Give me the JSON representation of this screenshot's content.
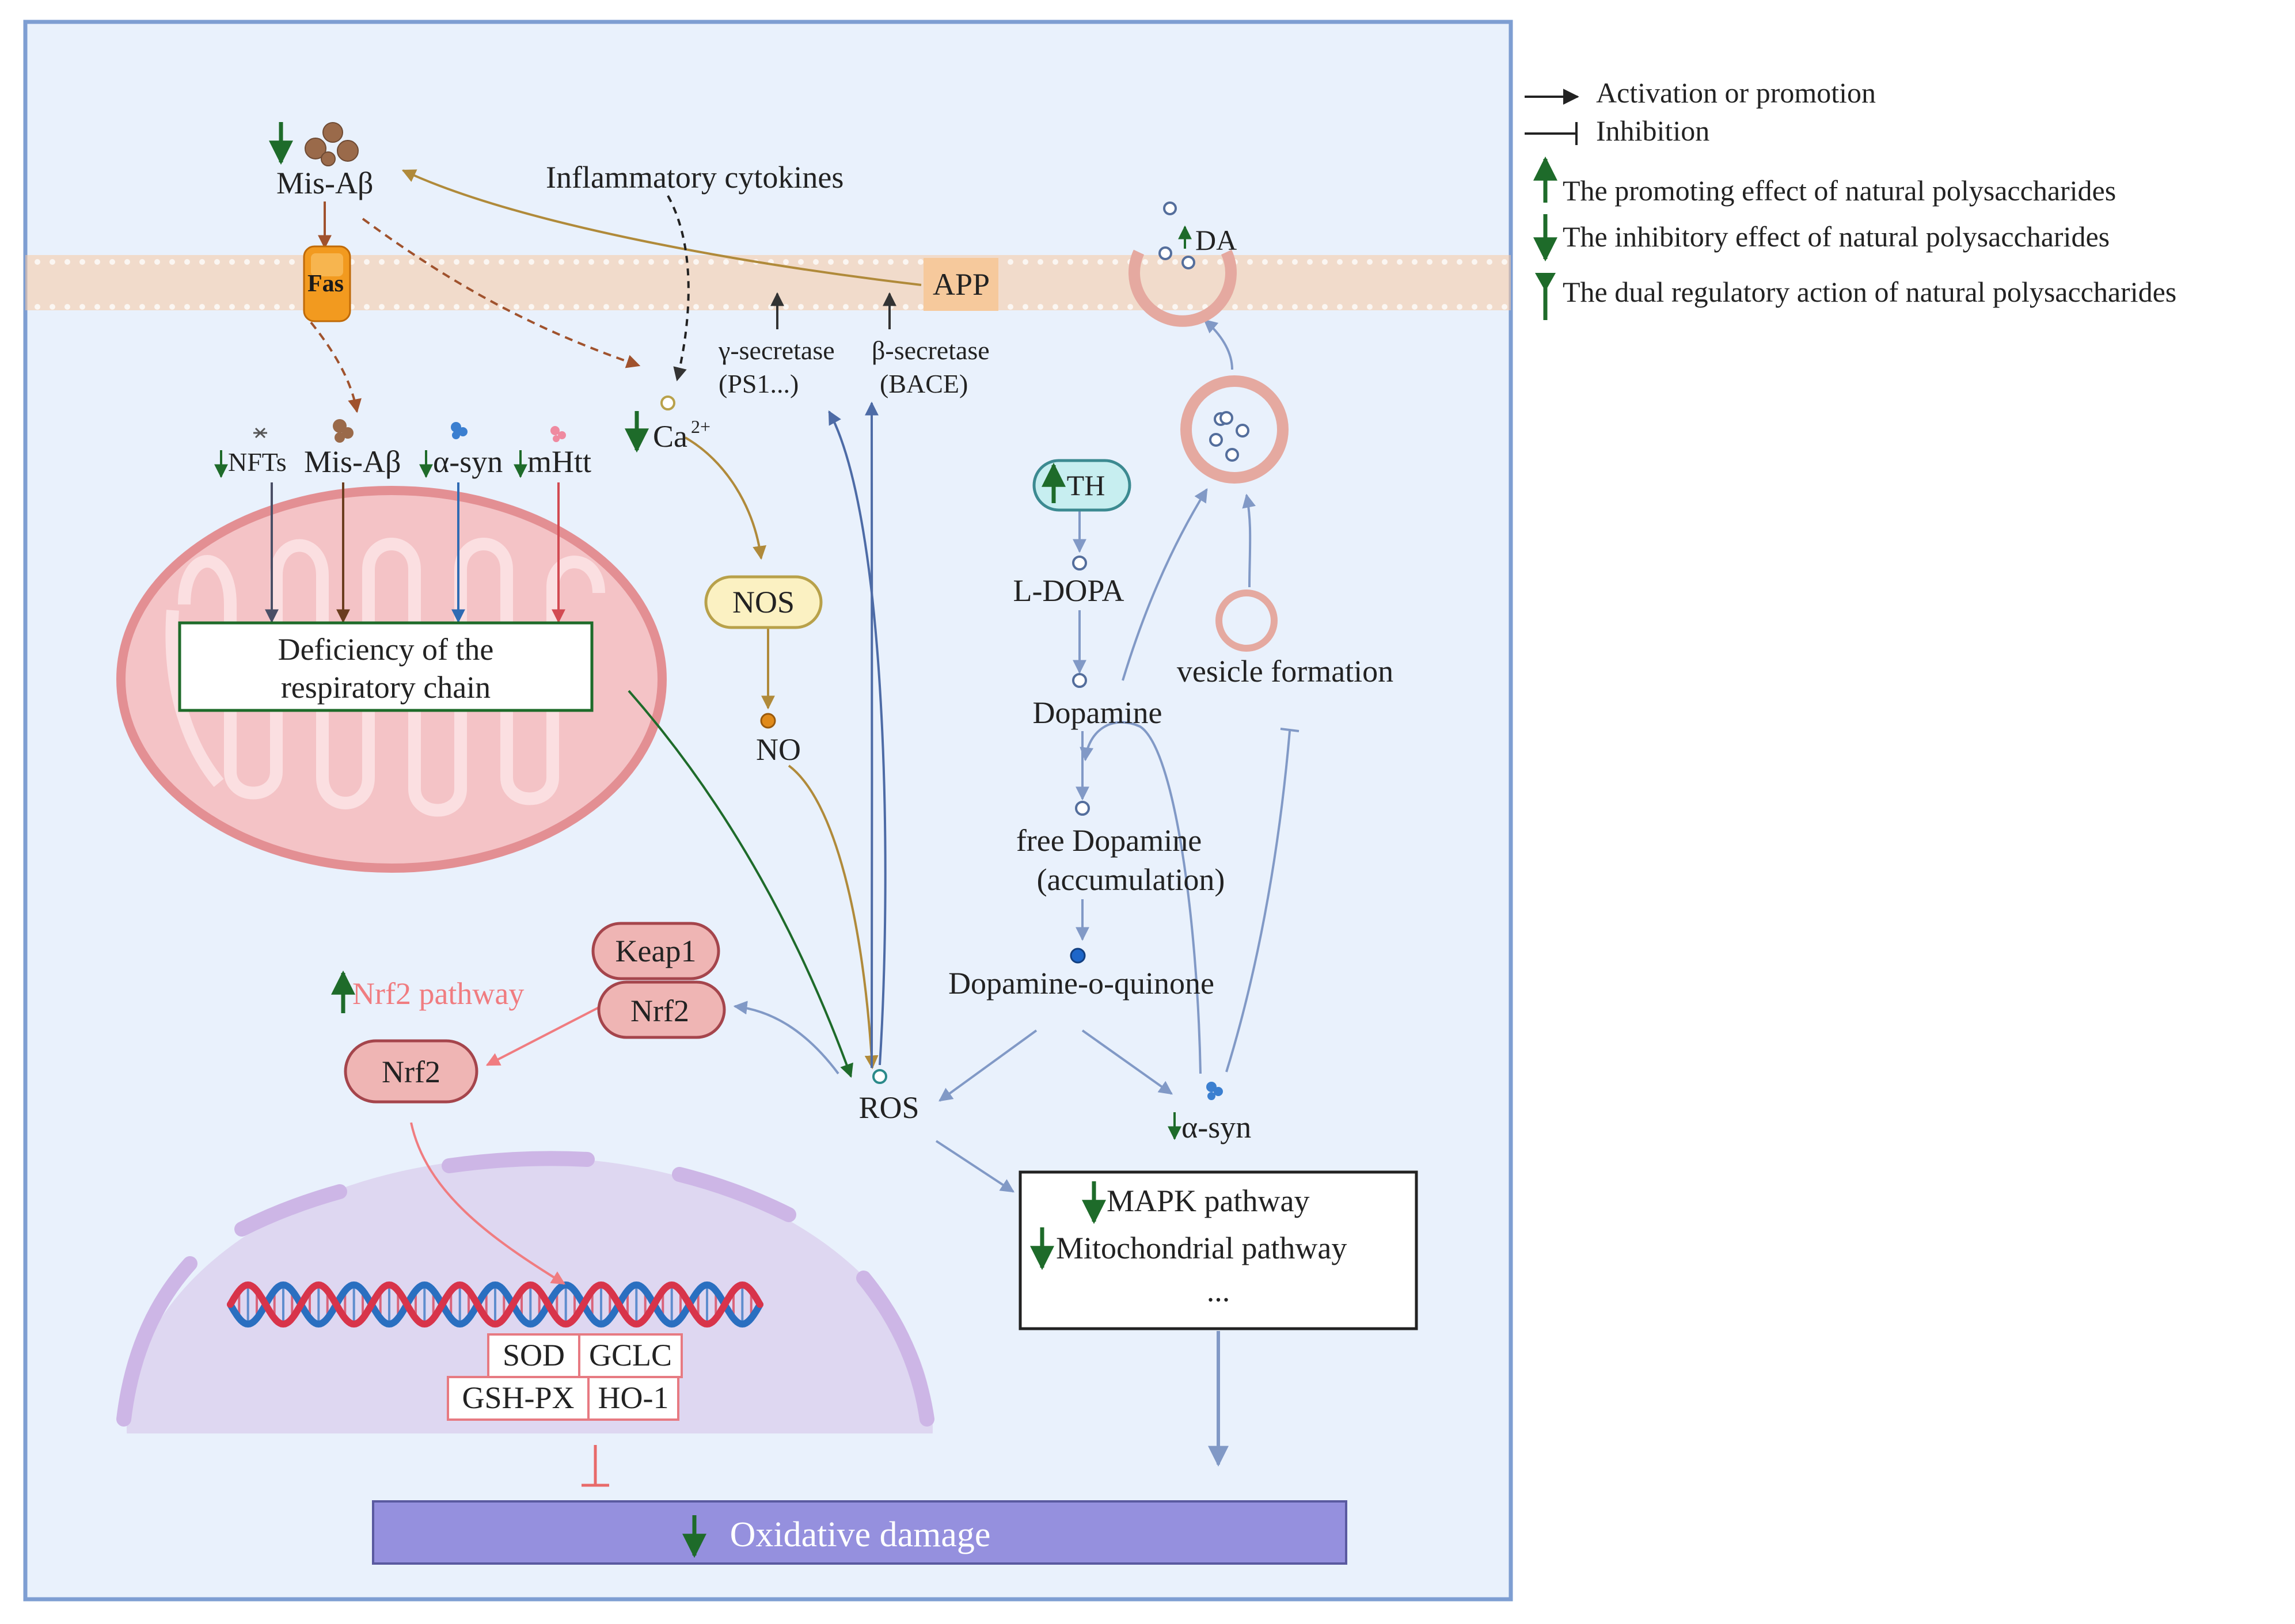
{
  "colors": {
    "panel_bg": "#e9f1fc",
    "panel_border": "#7e9ed2",
    "membrane": "#f8c9a2",
    "membrane_dot": "#ffffff",
    "green_arrow": "#1e6b2a",
    "mito_outer": "#e38f93",
    "mito_fill": "#f4c3c6",
    "mito_inner": "#fbdfe1",
    "nucleus": "#ddd4f0",
    "nucleus_border": "#cdb6e6",
    "dna_red": "#d8344a",
    "dna_blue": "#2a6fc0",
    "oxidative_bar": "#9590de",
    "steelblue_arrow": "#8199c6",
    "gold_arrow": "#b08a3a",
    "brown_arrow": "#a0522d",
    "nrf2_pink": "#f07c80",
    "protein_fill": "#efb5b4",
    "protein_stroke": "#a5454c",
    "th_fill": "#c7eef0",
    "th_stroke": "#3c8a91",
    "nos_fill": "#fbf1c2",
    "nos_stroke": "#b8a14a",
    "app_fill": "#f6c99c",
    "fas_fill": "#f29a1f",
    "vesicle_stroke": "#e5a9a0",
    "node_circle": "#546e9c"
  },
  "legend": {
    "activation": "Activation or promotion",
    "inhibition": "Inhibition",
    "promoting": "The promoting effect of natural polysaccharides",
    "inhibitory": "The inhibitory effect of natural polysaccharides",
    "dual": "The dual regulatory action of natural polysaccharides"
  },
  "labels": {
    "mis_abeta_top": "Mis-Aβ",
    "inflammatory": "Inflammatory cytokines",
    "fas": "Fas",
    "app": "APP",
    "da": "DA",
    "gamma_secretase_1": "γ-secretase",
    "gamma_secretase_2": "(PS1...)",
    "beta_secretase_1": "β-secretase",
    "beta_secretase_2": "(BACE)",
    "ca": "Ca",
    "ca_sup": "2+",
    "nfts": "NFTs",
    "mis_abeta_mito": "Mis-Aβ",
    "alpha_syn_mito": "α-syn",
    "mhtt": "mHtt",
    "deficiency_1": "Deficiency of the",
    "deficiency_2": "respiratory chain",
    "nos": "NOS",
    "no": "NO",
    "th": "TH",
    "ldopa": "L-DOPA",
    "dopamine": "Dopamine",
    "vesicle_formation": "vesicle formation",
    "free_dopamine_1": "free Dopamine",
    "free_dopamine_2": "(accumulation)",
    "dopamine_quinone": "Dopamine-o-quinone",
    "keap1": "Keap1",
    "nrf2_complex": "Nrf2",
    "nrf2_pathway": "Nrf2 pathway",
    "nrf2": "Nrf2",
    "ros": "ROS",
    "alpha_syn": "α-syn",
    "mapk": "MAPK pathway",
    "mito_pathway": "Mitochondrial  pathway",
    "ellipsis": "...",
    "sod": "SOD",
    "gclc": "GCLC",
    "gshpx": "GSH-PX",
    "ho1": "HO-1",
    "oxidative": "Oxidative damage"
  }
}
